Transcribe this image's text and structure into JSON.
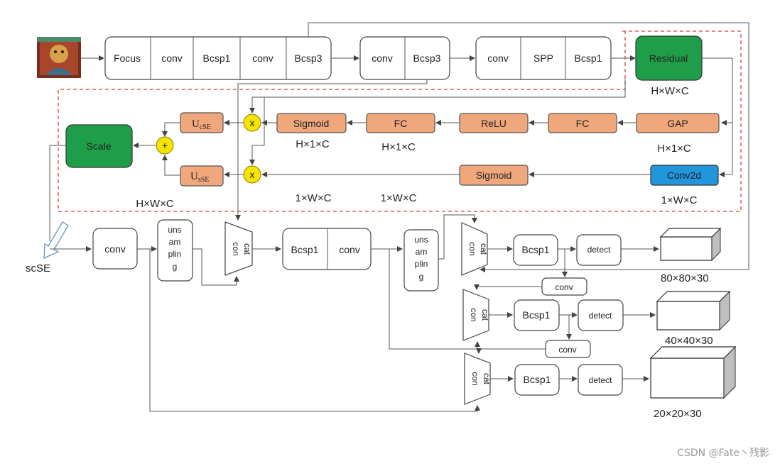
{
  "backbone": [
    "Focus",
    "conv",
    "Bcsp1",
    "conv",
    "Bcsp3",
    "conv",
    "Bcsp3",
    "conv",
    "SPP",
    "Bcsp1"
  ],
  "attention": {
    "residual": "Residual",
    "residual_dim": "H×W×C",
    "gap": "GAP",
    "gap_dim": "H×1×C",
    "fc1": "FC",
    "relu": "ReLU",
    "fc2": "FC",
    "fc2_dim": "H×1×C",
    "sigmoid1": "Sigmoid",
    "sigmoid1_dim": "H×1×C",
    "conv2d": "Conv2d",
    "conv2d_dim": "1×W×C",
    "sigmoid2": "Sigmoid",
    "sigmoid2_dim": "1×W×C",
    "mult_dim": "1×W×C",
    "mult": "x",
    "add": "+",
    "ucse": "U",
    "ucse_sub": "cSE",
    "usse": "U",
    "usse_sub": "sSE",
    "scale": "Scale",
    "scale_dim": "H×W×C"
  },
  "neck": {
    "scse_label": "scSE",
    "conv1": "conv",
    "upsample1": [
      "uns",
      "am",
      "plin",
      "g"
    ],
    "concat_a": "con",
    "concat_b": "cat",
    "bcsp": "Bcsp1",
    "conv2": "conv",
    "upsample2": [
      "uns",
      "am",
      "plin",
      "g"
    ]
  },
  "heads": [
    {
      "bcsp": "Bcsp1",
      "detect": "detect",
      "size": "80×80×30"
    },
    {
      "bcsp": "Bcsp1",
      "detect": "detect",
      "size": "40×40×30"
    },
    {
      "bcsp": "Bcsp1",
      "detect": "detect",
      "size": "20×20×30"
    }
  ],
  "head_convs": [
    "conv",
    "conv"
  ],
  "watermark": "CSDN @Fate丶残影"
}
